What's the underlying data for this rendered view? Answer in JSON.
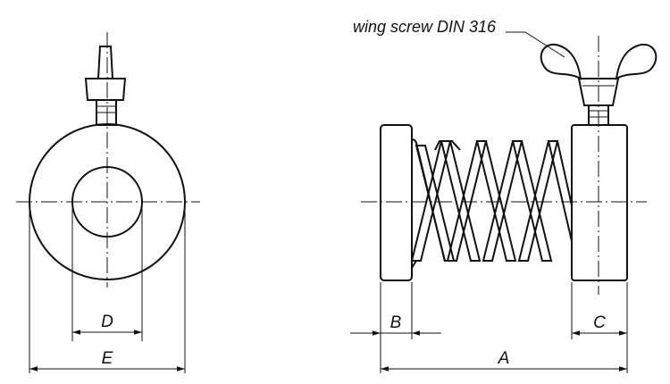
{
  "labels": {
    "wing_screw": "wing screw DIN 316",
    "D": "D",
    "E": "E",
    "A": "A",
    "B": "B",
    "C": "C"
  }
}
